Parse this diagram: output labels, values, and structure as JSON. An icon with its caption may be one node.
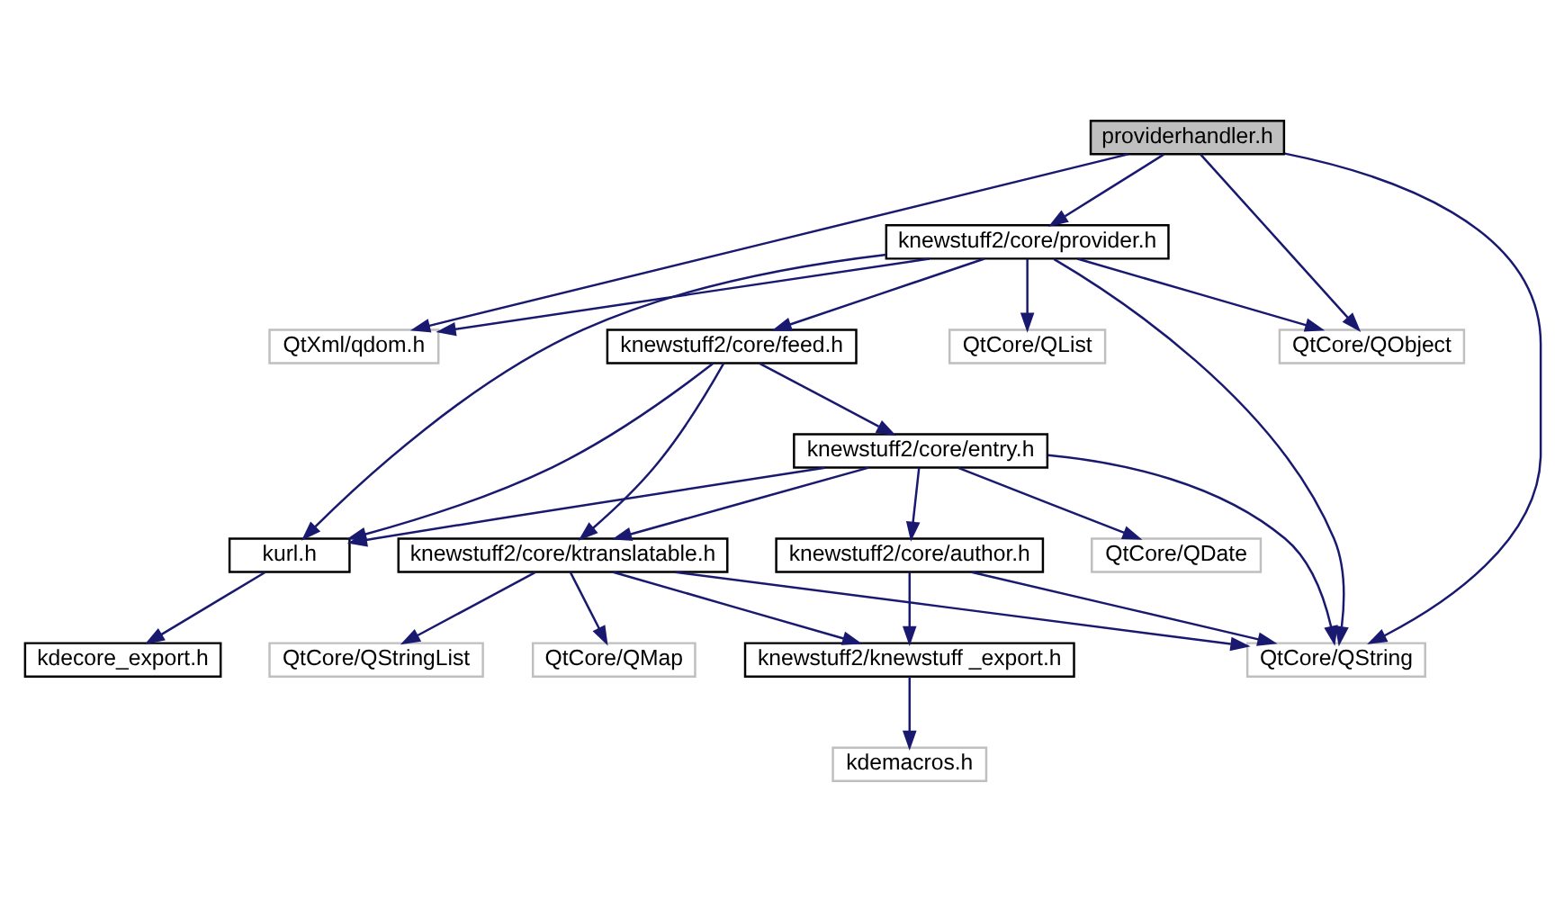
{
  "diagram": {
    "nodes": [
      {
        "text": [
          "providerhandler.h"
        ]
      },
      {
        "text": [
          "knewstuff2/core/provider.h"
        ]
      },
      {
        "text": [
          "QtCore/QList"
        ]
      },
      {
        "text": [
          "knewstuff2/core/feed.h"
        ]
      },
      {
        "text": [
          "QtXml/qdom.h"
        ]
      },
      {
        "text": [
          "QtCore/QObject"
        ]
      },
      {
        "text": [
          "knewstuff2/core/entry.h"
        ]
      },
      {
        "text": [
          "knewstuff2/core/ktranslatable.h"
        ]
      },
      {
        "text": [
          "QtCore/QDate"
        ]
      },
      {
        "text": [
          "knewstuff2/core/author.h"
        ]
      },
      {
        "text": [
          "kurl.h"
        ]
      },
      {
        "text": [
          "QtCore/QString"
        ]
      },
      {
        "text": [
          "QtCore/QStringList"
        ]
      },
      {
        "text": [
          "QtCore/QMap"
        ]
      },
      {
        "text": [
          "knewstuff2/knewstuff _export.h"
        ]
      },
      {
        "text": [
          "kdecore_export.h"
        ]
      },
      {
        "text": [
          "kdemacros.h"
        ]
      }
    ],
    "edges": [
      {
        "from": 0,
        "to": 1,
        "arrow": "to"
      },
      {
        "from": 0,
        "to": 11,
        "arrow": "to"
      },
      {
        "from": 0,
        "to": 4,
        "arrow": "to"
      },
      {
        "from": 0,
        "to": 5,
        "arrow": "to"
      },
      {
        "from": 1,
        "to": 11,
        "arrow": "to"
      },
      {
        "from": 1,
        "to": 2,
        "arrow": "to"
      },
      {
        "from": 1,
        "to": 3,
        "arrow": "to"
      },
      {
        "from": 1,
        "to": 4,
        "arrow": "to"
      },
      {
        "from": 1,
        "to": 5,
        "arrow": "to"
      },
      {
        "from": 1,
        "to": 10,
        "arrow": "to"
      },
      {
        "from": 3,
        "to": 6,
        "arrow": "to"
      },
      {
        "from": 3,
        "to": 7,
        "arrow": "to"
      },
      {
        "from": 3,
        "to": 10,
        "arrow": "to"
      },
      {
        "from": 6,
        "to": 11,
        "arrow": "to"
      },
      {
        "from": 6,
        "to": 7,
        "arrow": "to"
      },
      {
        "from": 6,
        "to": 8,
        "arrow": "to"
      },
      {
        "from": 6,
        "to": 9,
        "arrow": "to"
      },
      {
        "from": 6,
        "to": 10,
        "arrow": "to"
      },
      {
        "from": 7,
        "to": 11,
        "arrow": "to"
      },
      {
        "from": 7,
        "to": 12,
        "arrow": "to"
      },
      {
        "from": 7,
        "to": 13,
        "arrow": "to"
      },
      {
        "from": 7,
        "to": 14,
        "arrow": "to"
      },
      {
        "from": 9,
        "to": 11,
        "arrow": "to"
      },
      {
        "from": 9,
        "to": 14,
        "arrow": "to"
      },
      {
        "from": 10,
        "to": 15,
        "arrow": "to"
      },
      {
        "from": 14,
        "to": 16,
        "arrow": "to"
      }
    ]
  }
}
